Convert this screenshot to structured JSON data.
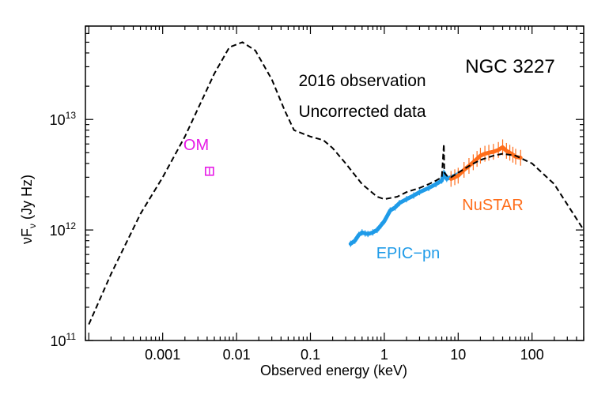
{
  "chart_data": {
    "type": "line",
    "title": "NGC 3227",
    "annotations": [
      "2016 observation",
      "Uncorrected data"
    ],
    "xlabel": "Observed energy (keV)",
    "ylabel_main": "νF",
    "ylabel_sub": "ν",
    "ylabel_unit": "(Jy Hz)",
    "xscale": "log",
    "yscale": "log",
    "xlim": [
      9e-05,
      500
    ],
    "ylim": [
      100000000000.0,
      70000000000000.0
    ],
    "xticks": [
      {
        "value": 0.001,
        "label": "0.001"
      },
      {
        "value": 0.01,
        "label": "0.01"
      },
      {
        "value": 0.1,
        "label": "0.1"
      },
      {
        "value": 1,
        "label": "1"
      },
      {
        "value": 10,
        "label": "10"
      },
      {
        "value": 100,
        "label": "100"
      }
    ],
    "yticks": [
      {
        "value": 100000000000.0,
        "base": "10",
        "exp": "11"
      },
      {
        "value": 1000000000000.0,
        "base": "10",
        "exp": "12"
      },
      {
        "value": 10000000000000.0,
        "base": "10",
        "exp": "13"
      }
    ],
    "colors": {
      "model": "#000000",
      "om": "#e619e6",
      "epic": "#1f9be8",
      "nustar": "#ff6d1a"
    },
    "series": [
      {
        "name": "model",
        "style": "dashed",
        "x": [
          0.0001,
          0.0002,
          0.0005,
          0.001,
          0.002,
          0.005,
          0.008,
          0.012,
          0.018,
          0.03,
          0.045,
          0.06,
          0.1,
          0.15,
          0.2,
          0.3,
          0.5,
          0.8,
          1,
          1.5,
          2,
          3,
          4,
          5,
          6,
          6.4,
          6.5,
          7,
          8,
          10,
          15,
          20,
          30,
          40,
          60,
          100,
          200,
          500
        ],
        "y": [
          140000000000.0,
          400000000000.0,
          1400000000000.0,
          3000000000000.0,
          7000000000000.0,
          26000000000000.0,
          45000000000000.0,
          50000000000000.0,
          42000000000000.0,
          23000000000000.0,
          12000000000000.0,
          8000000000000.0,
          7000000000000.0,
          6500000000000.0,
          5500000000000.0,
          4000000000000.0,
          2600000000000.0,
          2000000000000.0,
          1900000000000.0,
          2000000000000.0,
          2200000000000.0,
          2400000000000.0,
          2600000000000.0,
          2800000000000.0,
          3000000000000.0,
          6000000000000.0,
          3300000000000.0,
          3100000000000.0,
          3000000000000.0,
          3300000000000.0,
          3900000000000.0,
          4300000000000.0,
          4700000000000.0,
          4900000000000.0,
          4700000000000.0,
          4000000000000.0,
          2600000000000.0,
          1000000000000.0
        ]
      },
      {
        "name": "EPIC-pn",
        "style": "data",
        "x": [
          0.35,
          0.4,
          0.45,
          0.5,
          0.55,
          0.6,
          0.7,
          0.8,
          0.9,
          1,
          1.1,
          1.2,
          1.4,
          1.6,
          2,
          2.5,
          3,
          4,
          5,
          6,
          6.4,
          7,
          8,
          9,
          10
        ],
        "y": [
          750000000000.0,
          800000000000.0,
          900000000000.0,
          950000000000.0,
          930000000000.0,
          920000000000.0,
          950000000000.0,
          1000000000000.0,
          1100000000000.0,
          1200000000000.0,
          1350000000000.0,
          1500000000000.0,
          1600000000000.0,
          1750000000000.0,
          1900000000000.0,
          2050000000000.0,
          2200000000000.0,
          2400000000000.0,
          2600000000000.0,
          2800000000000.0,
          3300000000000.0,
          2900000000000.0,
          3000000000000.0,
          3100000000000.0,
          3200000000000.0
        ]
      },
      {
        "name": "NuSTAR",
        "style": "data",
        "x": [
          8,
          9,
          10,
          12,
          14,
          16,
          18,
          20,
          23,
          26,
          30,
          35,
          40,
          45,
          50,
          55,
          60,
          70
        ],
        "y": [
          2900000000000.0,
          3000000000000.0,
          3100000000000.0,
          3500000000000.0,
          3800000000000.0,
          4100000000000.0,
          4400000000000.0,
          4700000000000.0,
          4900000000000.0,
          5000000000000.0,
          5100000000000.0,
          5300000000000.0,
          5600000000000.0,
          5200000000000.0,
          5000000000000.0,
          4800000000000.0,
          4600000000000.0,
          4500000000000.0
        ]
      },
      {
        "name": "OM",
        "style": "box",
        "x": [
          0.0043
        ],
        "y": [
          3400000000000.0
        ]
      }
    ],
    "labels": {
      "om": "OM",
      "epic": "EPIC−pn",
      "nustar": "NuSTAR"
    }
  }
}
